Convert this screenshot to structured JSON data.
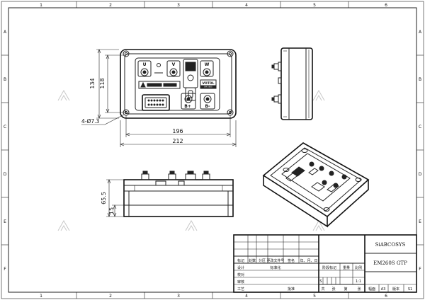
{
  "frame": {
    "col_labels": [
      "1",
      "2",
      "3",
      "4",
      "5",
      "6"
    ],
    "row_labels": [
      "A",
      "B",
      "C",
      "D",
      "E",
      "F"
    ]
  },
  "dimensions": {
    "height_outer": "134",
    "height_inner": "118",
    "width_inner": "196",
    "width_outer": "212",
    "hole_spec": "4-Ø7.3",
    "height_side": "65.5",
    "base_height": "15"
  },
  "panel": {
    "u": "U",
    "v": "V",
    "w": "W",
    "b_plus": "B+",
    "b_minus": "B-",
    "brand": "VOTOL",
    "model_small": "EM-260S"
  },
  "title_block": {
    "company": "SiABCOSYS",
    "drawing_no": "EM260S GTP",
    "rev_headers": [
      "标记",
      "处数",
      "分区",
      "更改文件号",
      "签名",
      "年、月、日"
    ],
    "role_labels": [
      "设计",
      "校对",
      "审核",
      "工艺"
    ],
    "std_label": "标准化",
    "approve_label": "批准",
    "stage_label": "阶段标记",
    "weight_label": "重量",
    "scale_label": "比例",
    "stage_value": "S",
    "scale_value": "1:1",
    "sheet_total": "共",
    "sheet_num": "张",
    "sheet_of": "第",
    "sheet_tail": "张",
    "format": "幅面",
    "format_value": "A3",
    "version": "版本",
    "version_value": "S1"
  }
}
